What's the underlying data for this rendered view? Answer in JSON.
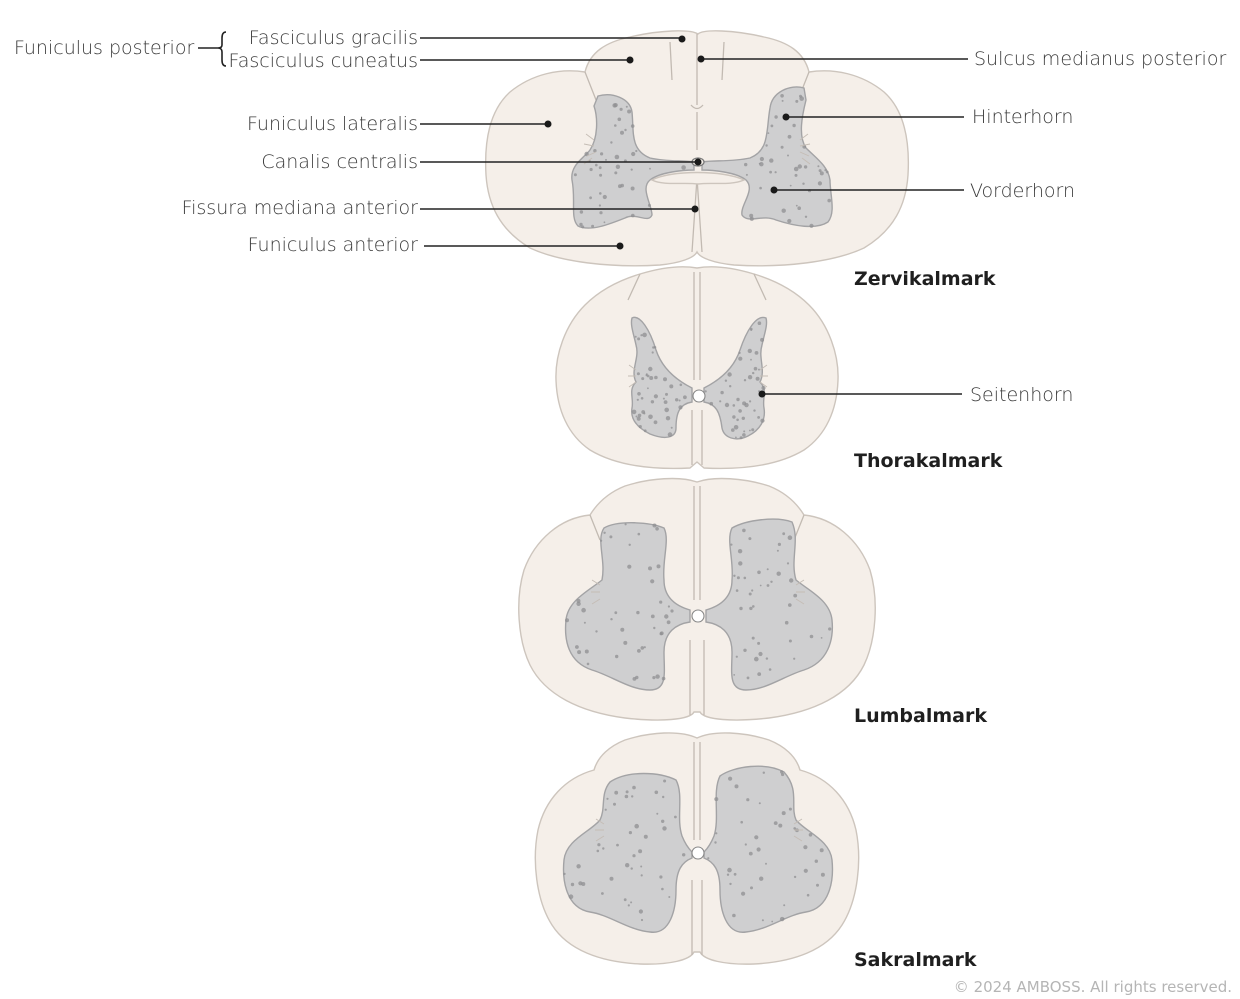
{
  "labels": {
    "funiculus_posterior": "Funiculus posterior",
    "fasciculus_gracilis": "Fasciculus gracilis",
    "fasciculus_cuneatus": "Fasciculus cuneatus",
    "sulcus_medianus_posterior": "Sulcus medianus posterior",
    "funiculus_lateralis": "Funiculus lateralis",
    "hinterhorn": "Hinterhorn",
    "canalis_centralis": "Canalis centralis",
    "vorderhorn": "Vorderhorn",
    "fissura_mediana_anterior": "Fissura mediana anterior",
    "funiculus_anterior": "Funiculus anterior",
    "seitenhorn": "Seitenhorn"
  },
  "sections": {
    "zervikal": "Zervikalmark",
    "thorakal": "Thorakalmark",
    "lumbal": "Lumbalmark",
    "sakral": "Sakralmark"
  },
  "copyright": "© 2024 AMBOSS. All rights reserved.",
  "colors": {
    "white_matter": "#f5efe9",
    "grey_matter": "#cfcfd0",
    "outline": "#cdc5bd",
    "leader_line": "#222222"
  }
}
